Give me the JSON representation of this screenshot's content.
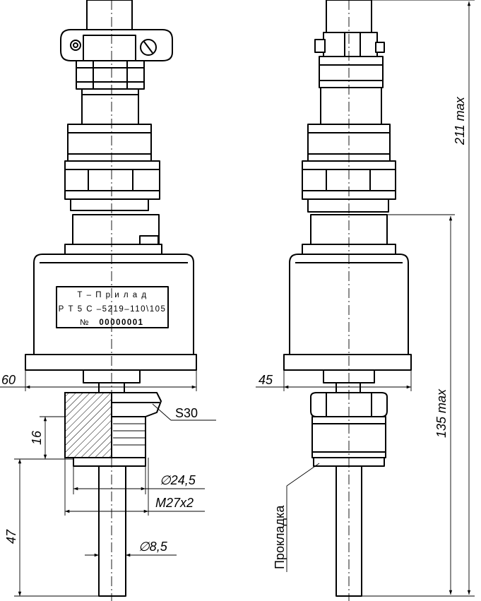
{
  "nameplate": {
    "brand": "Т – П р и л а д",
    "model": "Р Т 5 С –5219–110\\105",
    "serial_prefix": "№",
    "serial": "00000001"
  },
  "dimensions": {
    "width_front": "60",
    "width_side": "45",
    "thread_length": "16",
    "probe_length": "47",
    "total_height": "211 max",
    "body_height": "135 max",
    "wrench_size": "S30",
    "inner_diameter": "∅24,5",
    "thread": "M27x2",
    "probe_diameter": "∅8,5"
  },
  "labels": {
    "gasket": "Прокладка"
  }
}
